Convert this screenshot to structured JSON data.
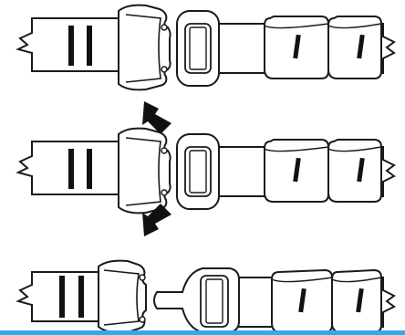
{
  "diagram": {
    "description_free": true,
    "panels": [
      {
        "id": "step-1",
        "state": "buckle-closed",
        "arrows": false
      },
      {
        "id": "step-2",
        "state": "buckle-closed-squeeze-tabs",
        "arrows": true
      },
      {
        "id": "step-3",
        "state": "buckle-released",
        "arrows": false
      }
    ],
    "colors": {
      "line": "#1a1a1a",
      "fill": "#ffffff",
      "arrow": "#111111",
      "stripe": "#111111",
      "bottom_rule": "#35a9e3"
    },
    "icons": [
      "squeeze-arrow-icon"
    ]
  }
}
